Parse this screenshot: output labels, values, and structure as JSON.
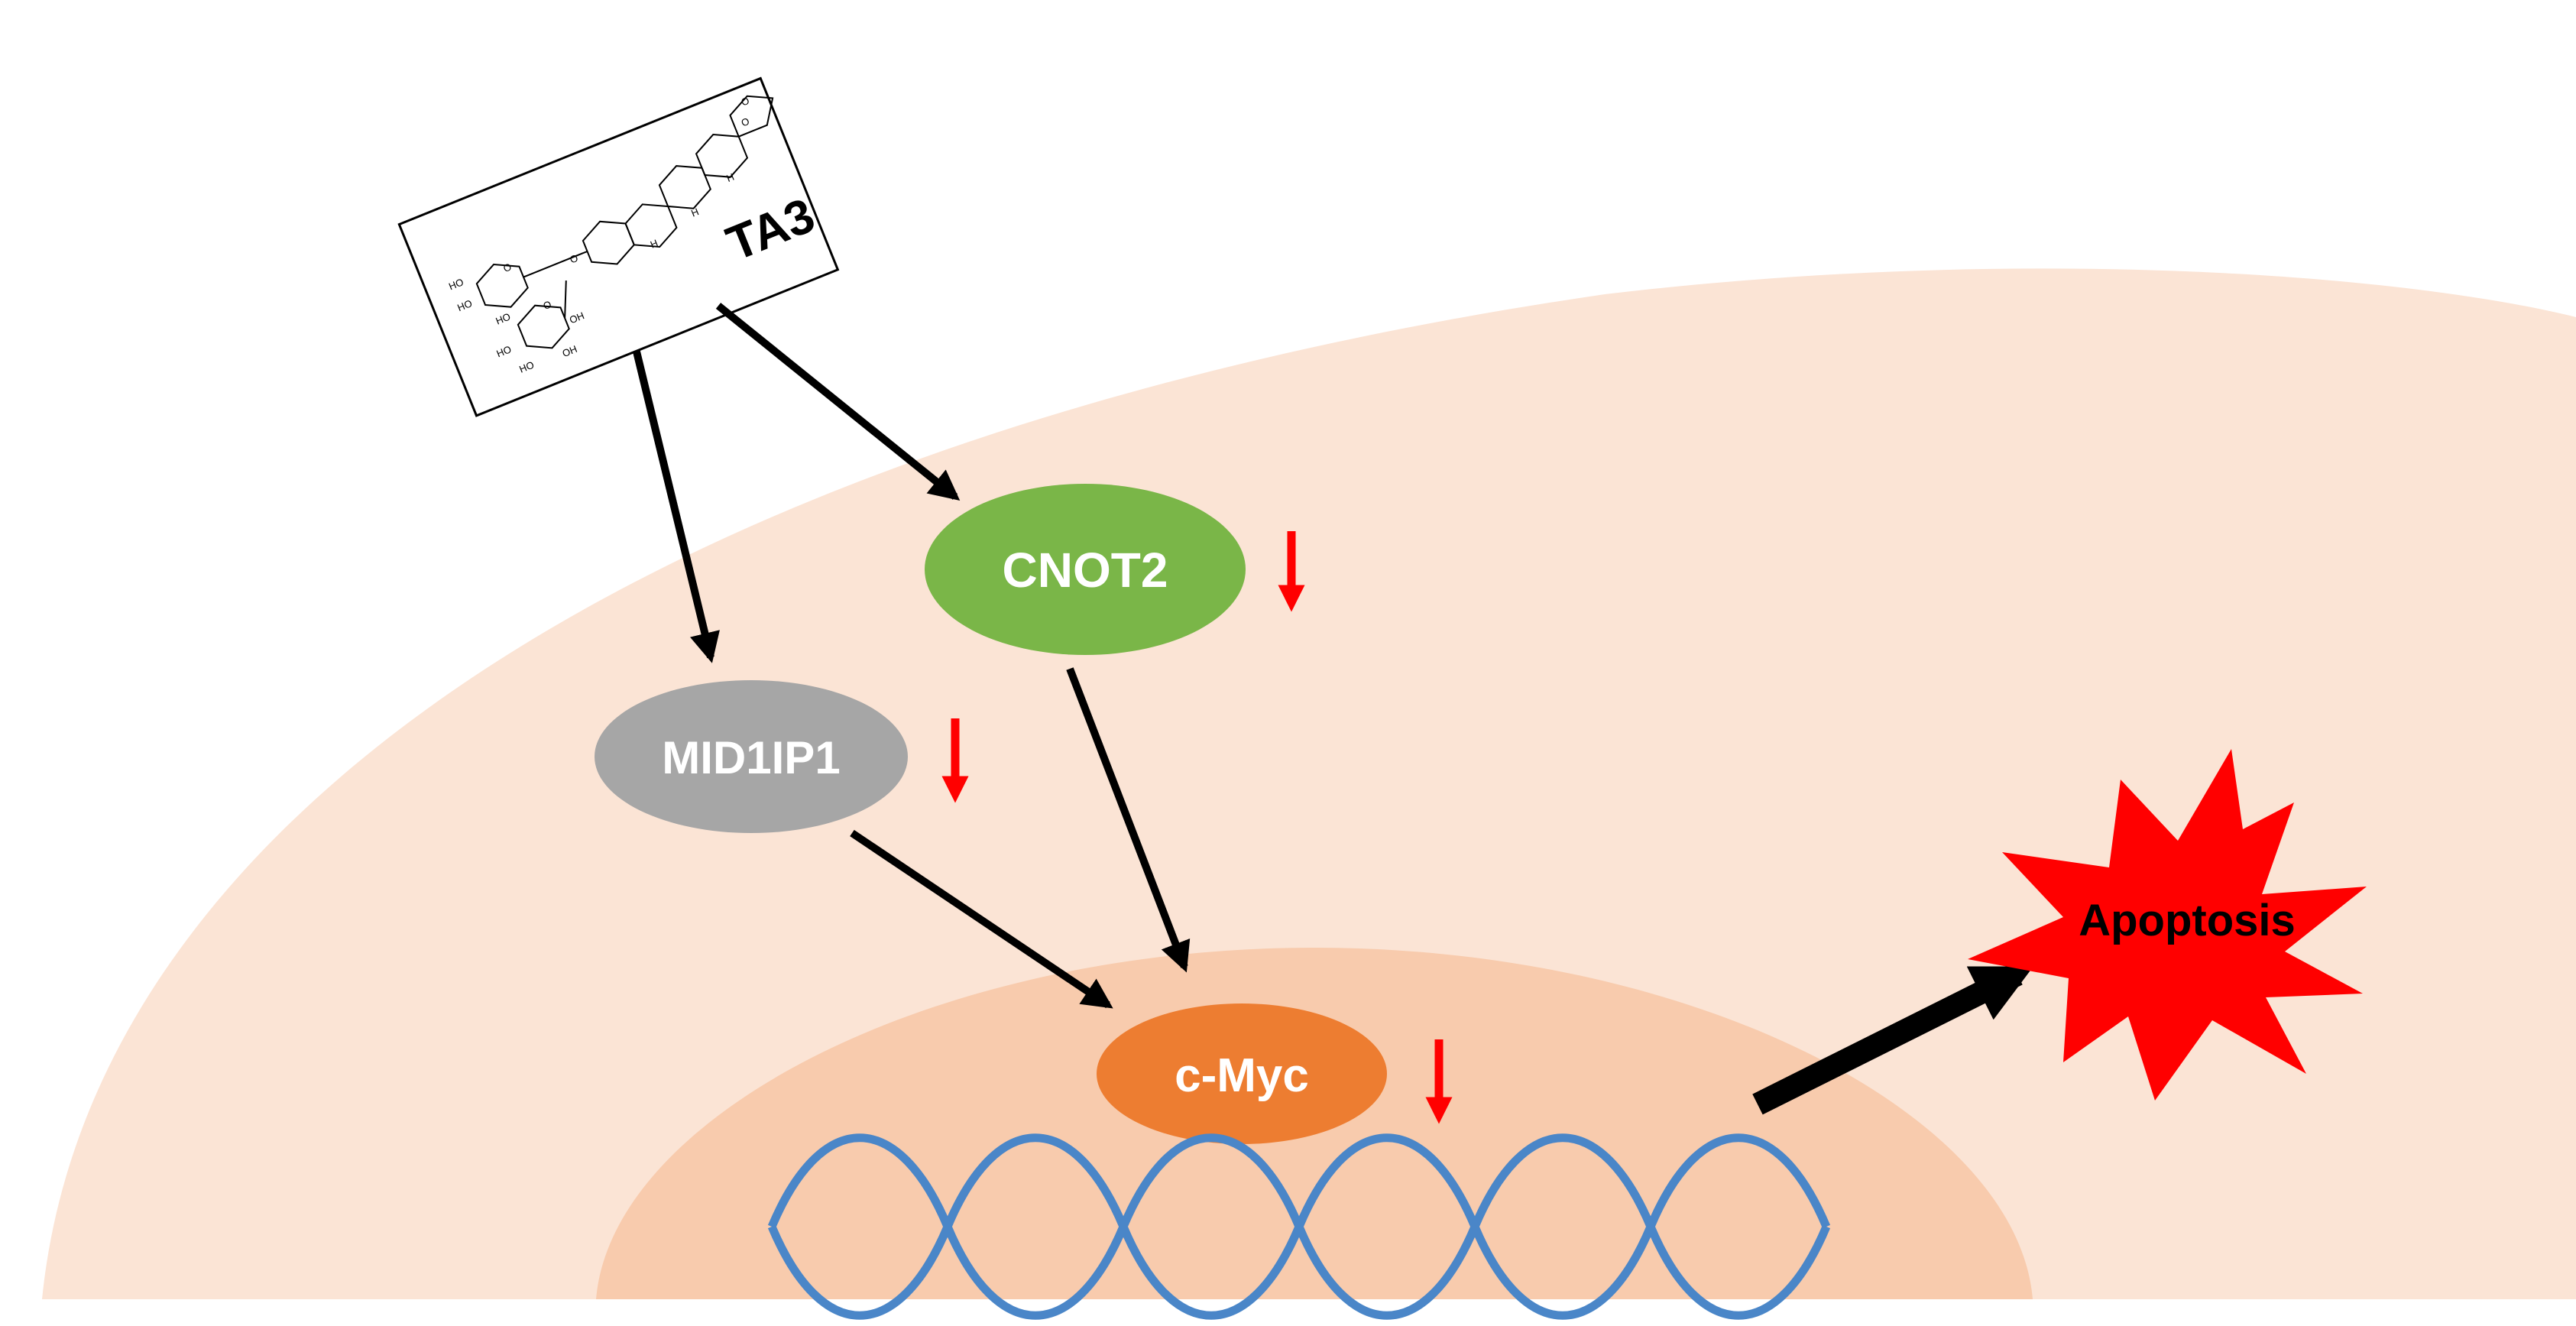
{
  "compound": {
    "label": "TA3"
  },
  "nodes": {
    "cnot2": {
      "label": "CNOT2",
      "color": "#7ab648",
      "trend": "down"
    },
    "mid1ip1": {
      "label": "MID1IP1",
      "color": "#a6a6a6",
      "trend": "down"
    },
    "cmyc": {
      "label": "c-Myc",
      "color": "#ed7d31",
      "trend": "down"
    }
  },
  "outcome": {
    "label": "Apoptosis",
    "color": "#ff0000"
  },
  "structure_labels": [
    "HO",
    "HO",
    "HO",
    "HO",
    "HO",
    "OH",
    "OH",
    "H",
    "H",
    "H",
    "O",
    "O",
    "O",
    "O",
    "O"
  ],
  "colors": {
    "cell": "#fbe4d5",
    "nucleus": "#f8cbad",
    "dna": "#4a86c8",
    "arrow": "#000000",
    "down_arrow": "#ff0000"
  }
}
